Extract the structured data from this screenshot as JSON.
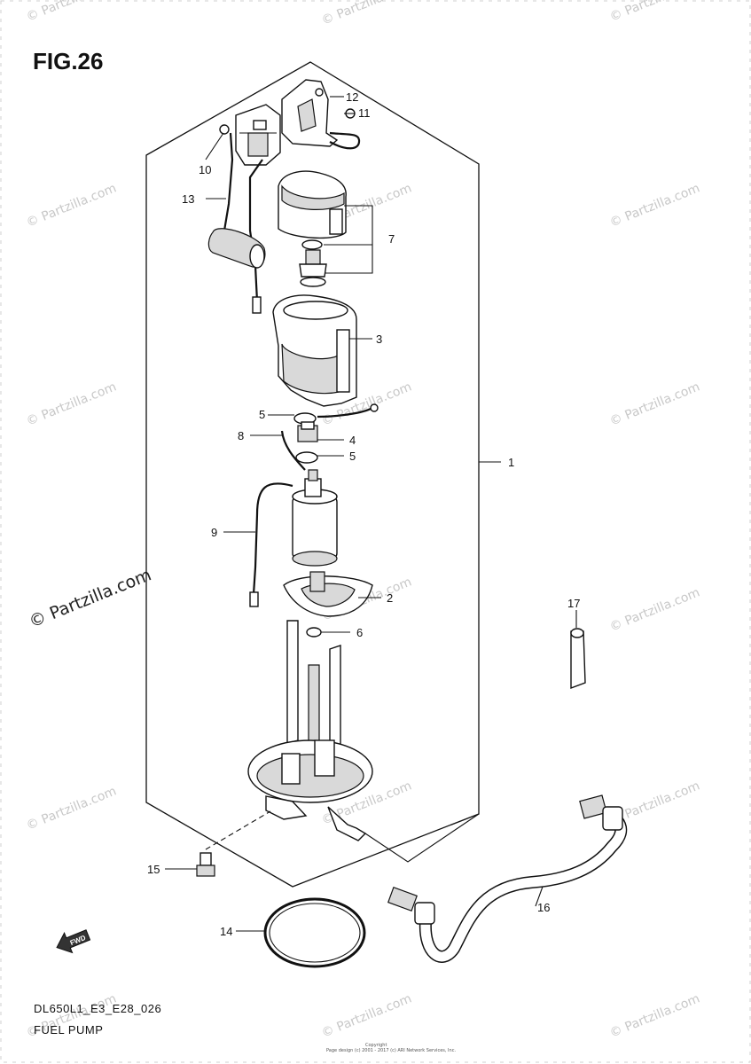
{
  "figure": {
    "title": "FIG.26"
  },
  "watermark": {
    "small": "© Partzilla.com",
    "large": "© Partzilla.com"
  },
  "callouts": {
    "c1": "1",
    "c2": "2",
    "c3": "3",
    "c4": "4",
    "c5a": "5",
    "c5b": "5",
    "c6": "6",
    "c7": "7",
    "c8": "8",
    "c9": "9",
    "c10": "10",
    "c11": "11",
    "c12": "12",
    "c13": "13",
    "c14": "14",
    "c15": "15",
    "c16": "16",
    "c17": "17"
  },
  "direction_badge": {
    "label": "FWD"
  },
  "footer": {
    "model_code": "DL650L1_E3_E28_026",
    "diagram_name": "FUEL PUMP",
    "copyright_line1": "Copyright",
    "copyright_line2": "Page design (c) 2001 - 2017 (c) ARI Network Services, Inc."
  }
}
